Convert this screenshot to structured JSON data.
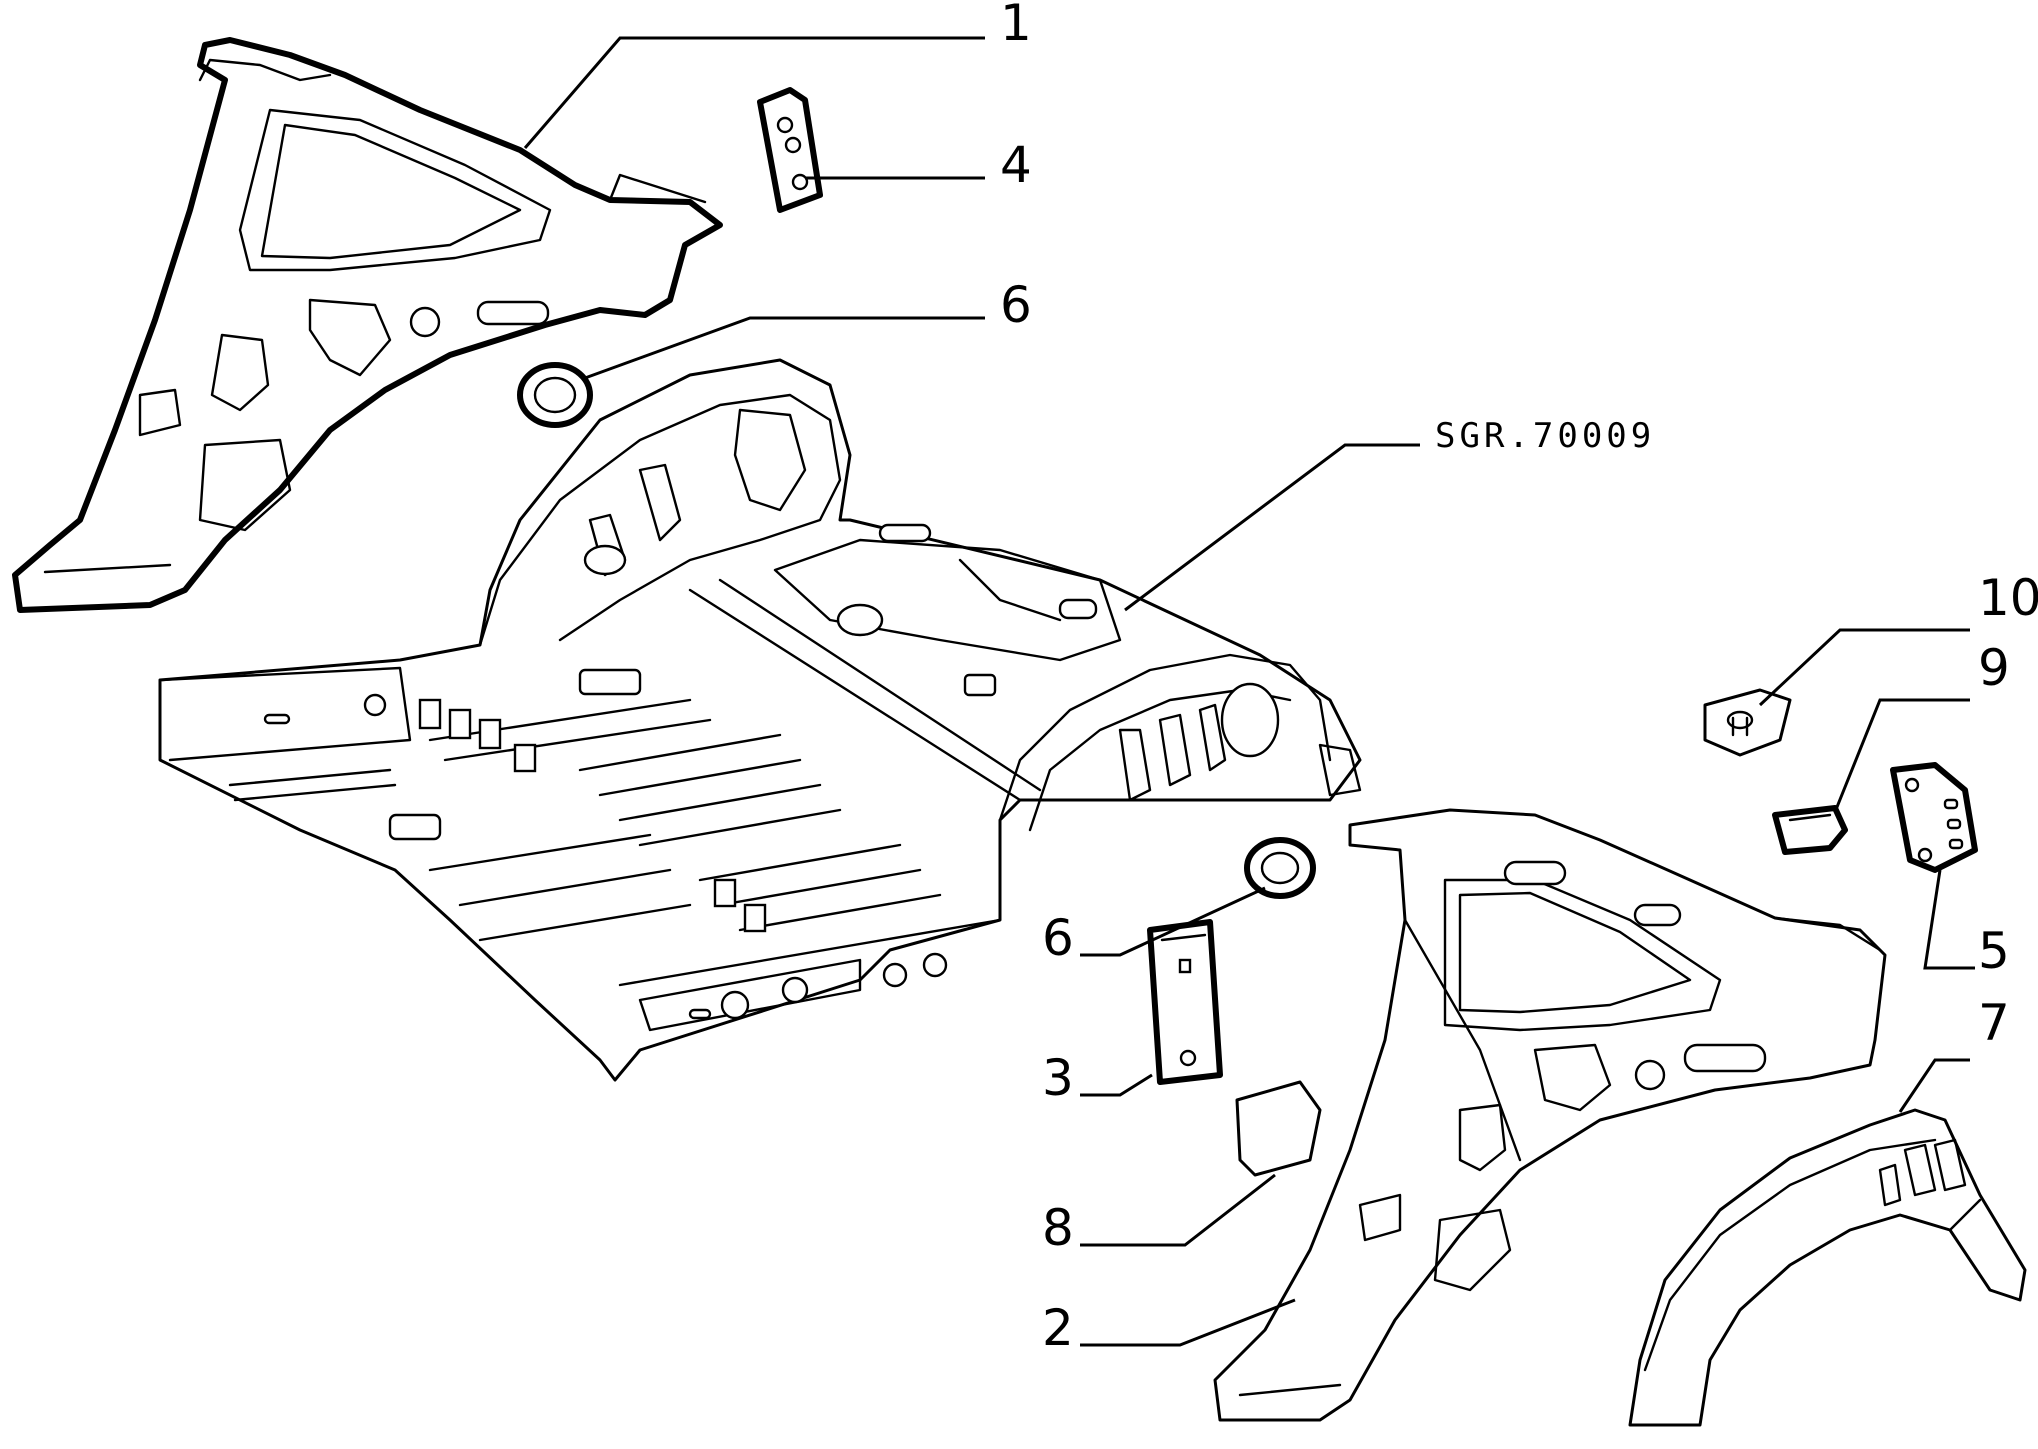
{
  "diagram_code": "SGR.70009",
  "callouts": {
    "c1": "1",
    "c2": "2",
    "c3": "3",
    "c4": "4",
    "c5": "5",
    "c6a": "6",
    "c6b": "6",
    "c7": "7",
    "c8": "8",
    "c9": "9",
    "c10": "10"
  }
}
